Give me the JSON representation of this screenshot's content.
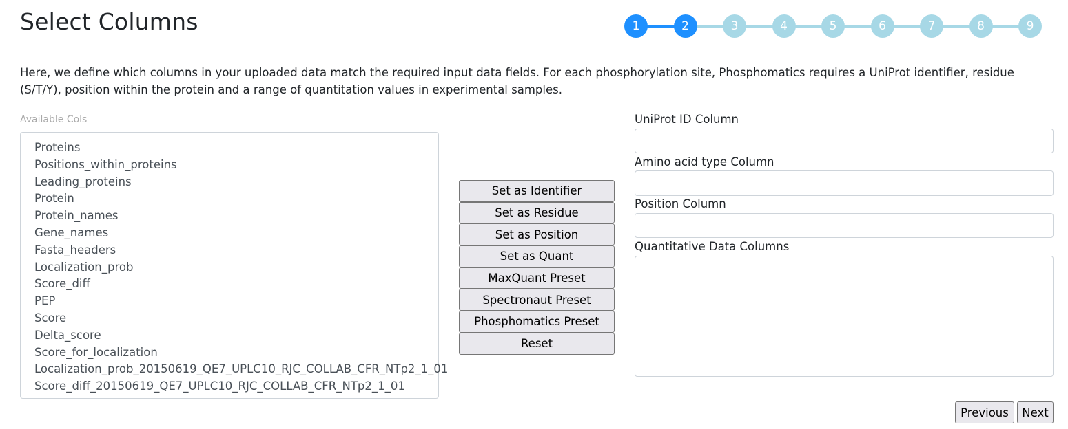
{
  "page": {
    "title": "Select Columns",
    "intro": "Here, we define which columns in your uploaded data match the required input data fields. For each phosphorylation site, Phosphomatics requires a UniProt identifier, residue (S/T/Y), position within the protein and a range of quantitation values in experimental samples."
  },
  "stepper": {
    "current": 2,
    "steps": [
      "1",
      "2",
      "3",
      "4",
      "5",
      "6",
      "7",
      "8",
      "9"
    ],
    "colors": {
      "active": "#1e90ff",
      "inactive": "#a7d8e6"
    }
  },
  "available": {
    "label": "Available Cols",
    "options": [
      "Proteins",
      "Positions_within_proteins",
      "Leading_proteins",
      "Protein",
      "Protein_names",
      "Gene_names",
      "Fasta_headers",
      "Localization_prob",
      "Score_diff",
      "PEP",
      "Score",
      "Delta_score",
      "Score_for_localization",
      "Localization_prob_20150619_QE7_UPLC10_RJC_COLLAB_CFR_NTp2_1_01",
      "Score_diff_20150619_QE7_UPLC10_RJC_COLLAB_CFR_NTp2_1_01"
    ]
  },
  "actions": {
    "set_identifier": "Set as Identifier",
    "set_residue": "Set as Residue",
    "set_position": "Set as Position",
    "set_quant": "Set as Quant",
    "maxquant_preset": "MaxQuant Preset",
    "spectronaut_preset": "Spectronaut Preset",
    "phosphomatics_preset": "Phosphomatics Preset",
    "reset": "Reset"
  },
  "fields": {
    "uniprot_label": "UniProt ID Column",
    "uniprot_value": "",
    "amino_label": "Amino acid type Column",
    "amino_value": "",
    "position_label": "Position Column",
    "position_value": "",
    "quant_label": "Quantitative Data Columns",
    "quant_value": ""
  },
  "nav": {
    "previous": "Previous",
    "next": "Next"
  }
}
